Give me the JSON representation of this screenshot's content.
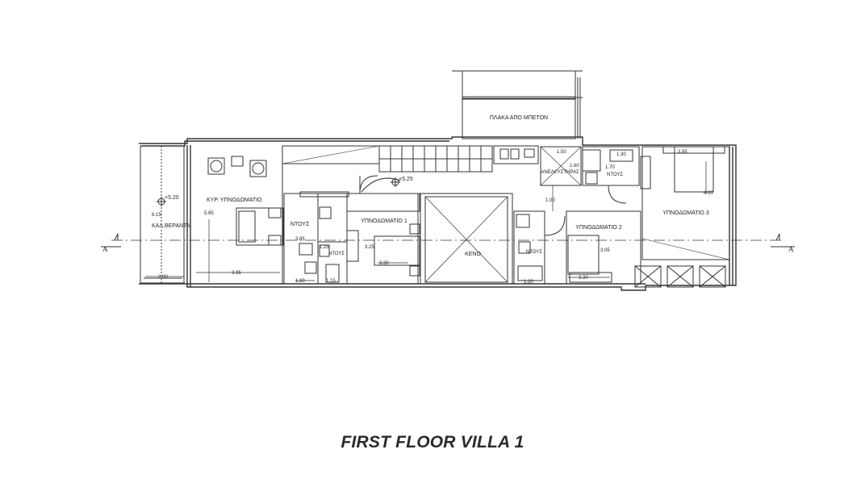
{
  "title": "FIRST FLOOR VILLA 1",
  "section_marker": "A",
  "rooms": {
    "concrete_slab": "ΠΛΑΚΑ ΑΠΟ ΜΠΕΤΟΝ",
    "master_bedroom": "ΚΥΡ. ΥΠΝΟΔΩΜΑΤΙΟ",
    "veranda": "ΚΑΛ.ΒΕΡΑΝΤΑ",
    "shower_1": "ΝΤΟΥΣ",
    "wc_1": "ΝΤΟΥΣ",
    "bedroom_1": "ΥΠΝΟΔΩΜΑΤΙΟ 1",
    "void": "ΚΕΝΟ",
    "shower_2": "ΝΤΟΥΣ",
    "lift": "ΑΝΕΛΚΥΣΤΗΡΑΣ",
    "shower_3": "ΝΤΟΥΣ",
    "bedroom_2": "ΥΠΝΟΔΩΜΑΤΙΟ 2",
    "bedroom_3": "ΥΠΝΟΔΩΜΑΤΙΟ 3"
  },
  "levels": {
    "veranda": "+5.20",
    "hall": "+5.25"
  },
  "dimensions": {
    "veranda_depth": "6.15",
    "veranda_width": "2.00",
    "master_depth": "5.95",
    "master_width": "3.95",
    "shower1_depth": "3.85",
    "shower1_width": "1.30",
    "wc1_a": "1.25",
    "wc1_width": "1.15",
    "bed1_depth": "3.25",
    "bed1_width": "3.30",
    "lift_w": "1.50",
    "lift_d": "1.60",
    "shower3_d": "1.70",
    "shower3_w": "1.30",
    "corridor": "1.00",
    "shower2_w": "1.20",
    "bed2_depth": "3.05",
    "bed2_width": "3.30",
    "bed3_w": "3.85",
    "bed3_depth": "4.00"
  }
}
